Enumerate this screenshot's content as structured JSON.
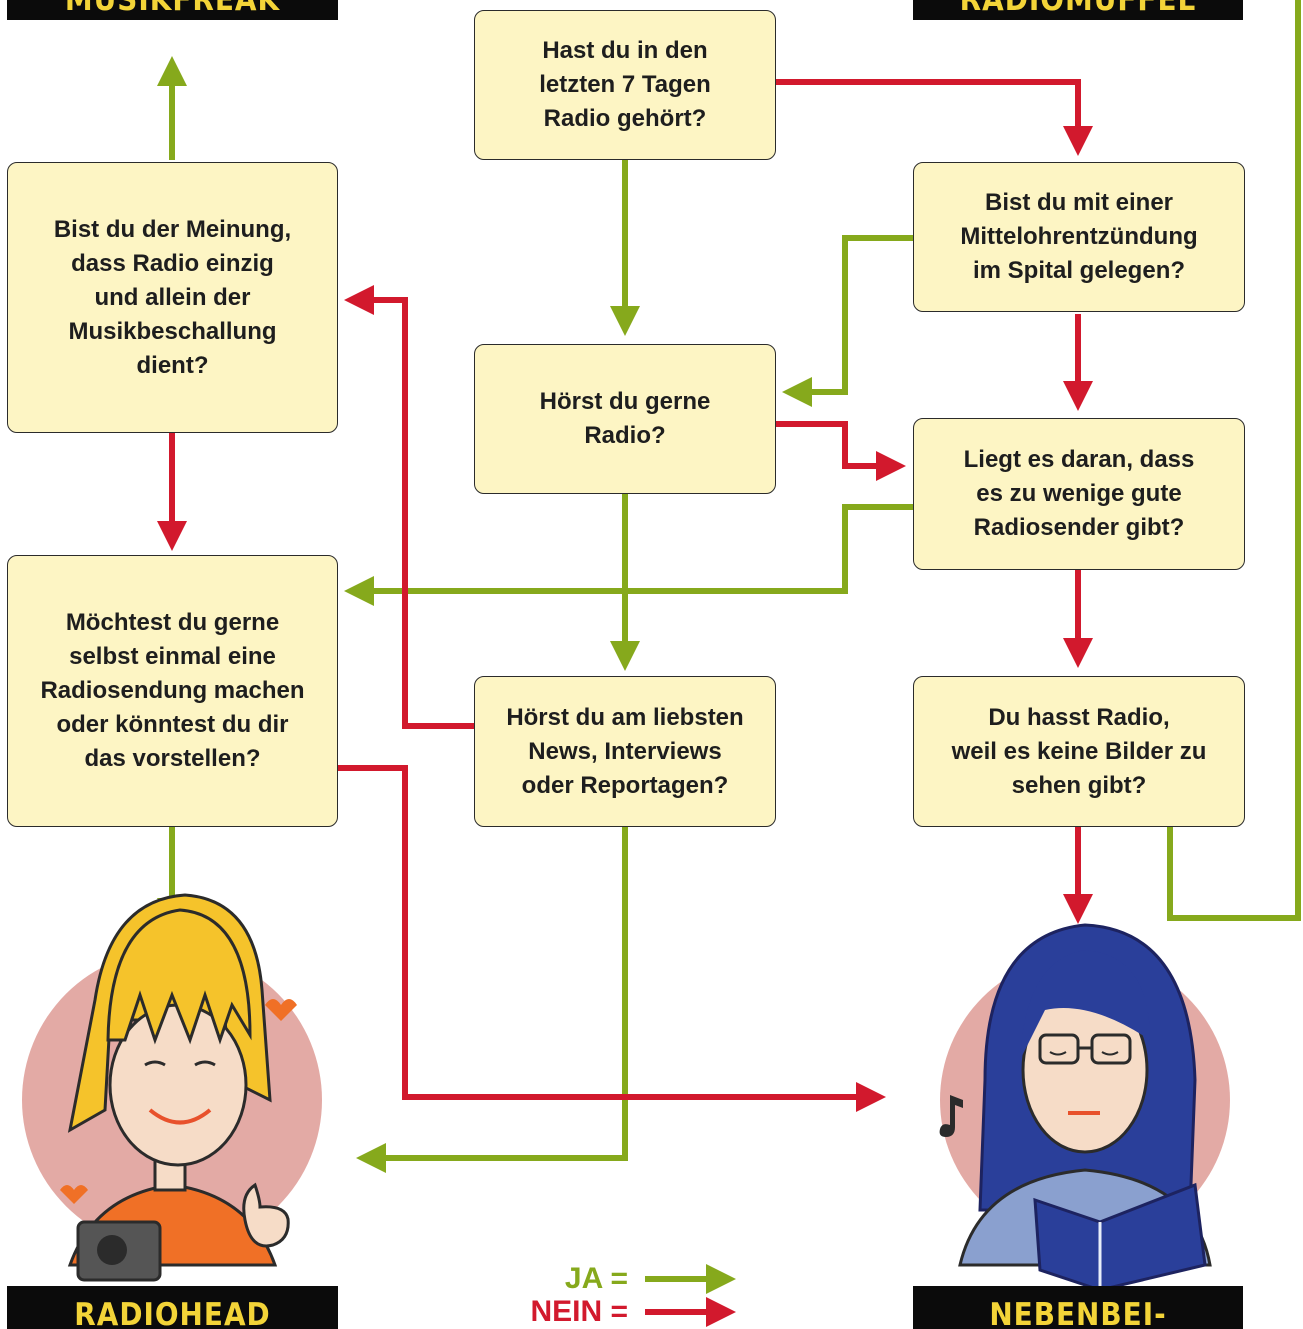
{
  "banners": {
    "top_left": "MUSIKFREAK",
    "top_right": "RADIOMUFFEL",
    "bottom_left": "RADIOHEAD",
    "bottom_right": "NEBENBEI-HÖRER/IN"
  },
  "questions": {
    "q1": "Hast du in den\nletzten 7 Tagen\nRadio gehört?",
    "q2": "Bist du mit einer\nMittelohrentzündung\nim Spital gelegen?",
    "q3": "Hörst du gerne\nRadio?",
    "q4": "Liegt es daran, dass\nes zu wenige gute\nRadiosender gibt?",
    "q5": "Bist du der Meinung,\ndass Radio einzig\nund allein der\nMusikbeschallung\ndient?",
    "q6": "Möchtest du gerne\nselbst einmal eine\nRadiosendung machen\noder könntest du dir\ndas vorstellen?",
    "q7": "Hörst du am liebsten\nNews, Interviews\noder Reportagen?",
    "q8": "Du hasst Radio,\nweil es keine Bilder zu\nsehen gibt?"
  },
  "legend": {
    "yes": "JA =",
    "no": "NEIN ="
  },
  "colors": {
    "yes": "#86a91c",
    "no": "#d2192d",
    "box_fill": "#fdf5c4",
    "banner_bg": "#0b0b0b",
    "banner_text": "#f3d438",
    "blob": "#e3aaa5"
  }
}
